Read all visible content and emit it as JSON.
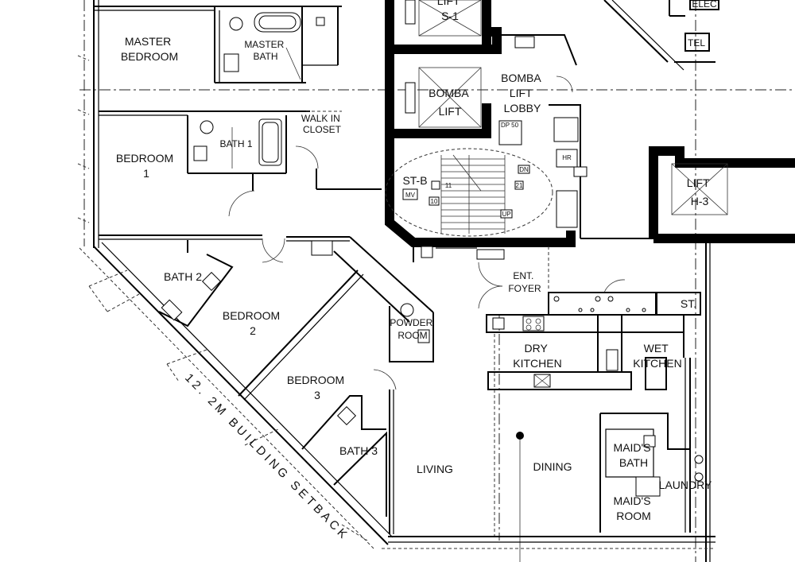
{
  "rooms": {
    "master_bedroom": [
      "MASTER",
      "BEDROOM"
    ],
    "master_bath": [
      "MASTER",
      "BATH"
    ],
    "walk_in_closet": [
      "WALK IN",
      "CLOSET"
    ],
    "bedroom_1": [
      "BEDROOM",
      "1"
    ],
    "bath_1": "BATH 1",
    "bath_2": "BATH 2",
    "bedroom_2": [
      "BEDROOM",
      "2"
    ],
    "powder_room": [
      "POWDER",
      "ROOM"
    ],
    "bedroom_3": [
      "BEDROOM",
      "3"
    ],
    "bath_3": "BATH 3",
    "living": "LIVING",
    "dining": "DINING",
    "dry_kitchen": [
      "DRY",
      "KITCHEN"
    ],
    "wet_kitchen": [
      "WET",
      "KITCHEN"
    ],
    "maids_bath": [
      "MAID'S",
      "BATH"
    ],
    "maids_room": [
      "MAID'S",
      "ROOM"
    ],
    "laundry": "LAUNDRY",
    "ent_foyer": [
      "ENT.",
      "FOYER"
    ],
    "store": "ST."
  },
  "core": {
    "lift_s1": [
      "LIFT",
      "S-1"
    ],
    "bomba_lift": [
      "BOMBA",
      "LIFT"
    ],
    "bomba_lift_lobby": [
      "BOMBA",
      "LIFT",
      "LOBBY"
    ],
    "stair_b": "ST-B",
    "mv": "MV",
    "lift_h3": [
      "LIFT",
      "H-3"
    ],
    "elec": "ELEC",
    "tel": "TEL",
    "stair_dn": "DN",
    "stair_up": "UP",
    "riser_10": "10",
    "riser_11": "11",
    "riser_21": "21",
    "hr": "HR",
    "dp50": "DP 50"
  },
  "setback_text": "12. 2M BUILDING SETBACK"
}
